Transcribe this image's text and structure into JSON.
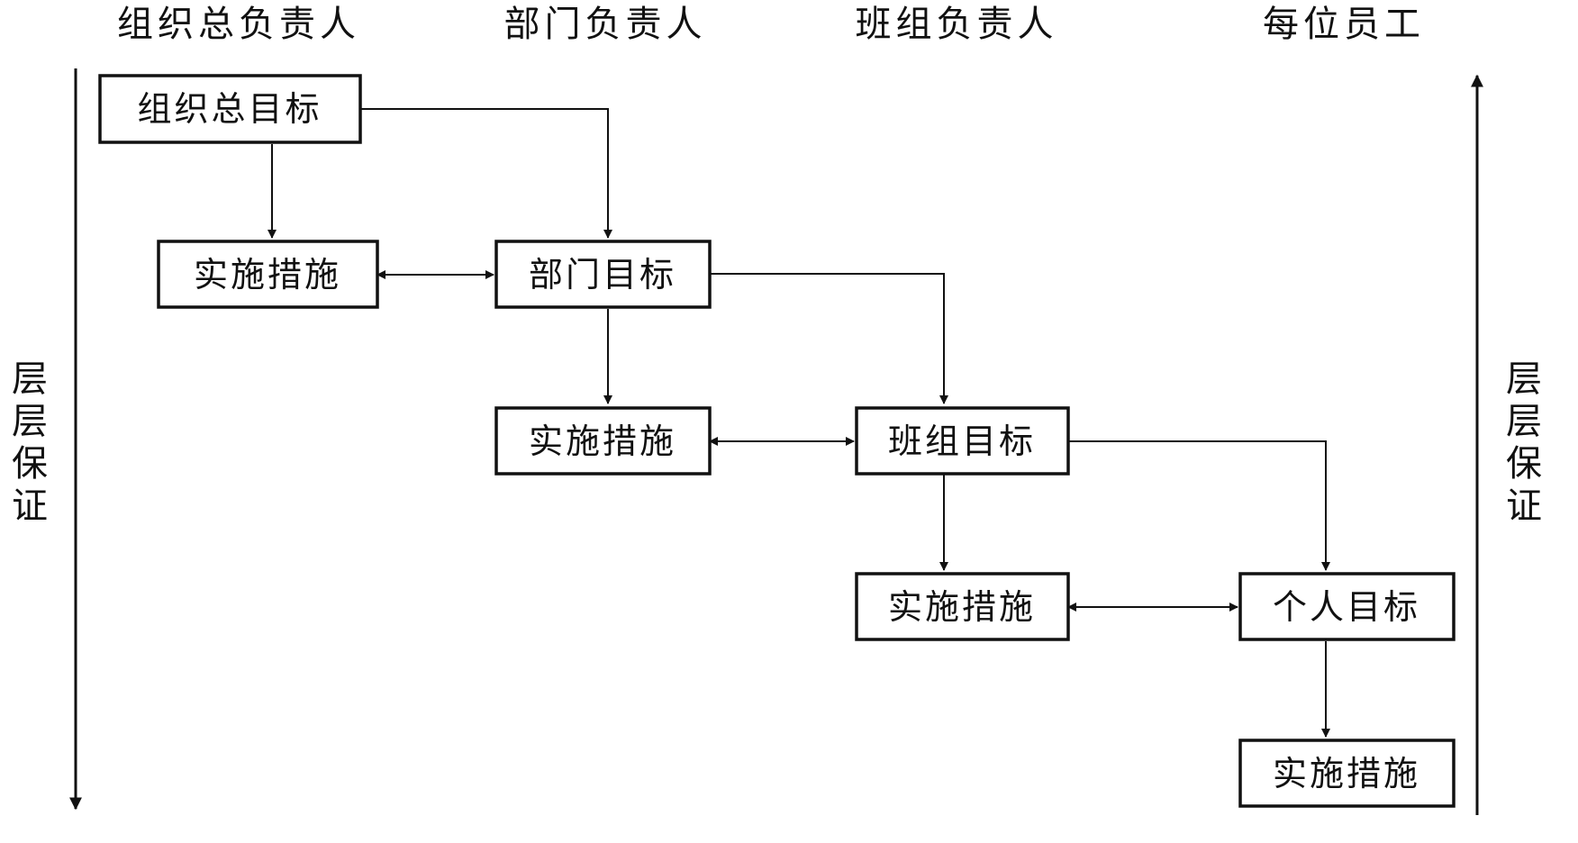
{
  "columns": [
    "组织总负责人",
    "部门负责人",
    "班组负责人",
    "每位员工"
  ],
  "boxes": {
    "org_goal": "组织总目标",
    "org_measures": "实施措施",
    "dept_goal": "部门目标",
    "dept_measures": "实施措施",
    "team_goal": "班组目标",
    "team_measures": "实施措施",
    "personal_goal": "个人目标",
    "personal_measures": "实施措施"
  },
  "side_labels": {
    "left": [
      "层",
      "层",
      "保",
      "证"
    ],
    "right": [
      "层",
      "层",
      "保",
      "证"
    ]
  }
}
